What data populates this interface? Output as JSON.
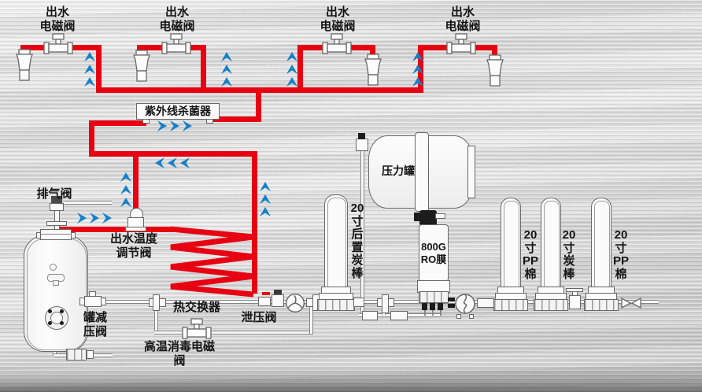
{
  "labels": {
    "outlet_valve": [
      "出水",
      "电磁阀"
    ],
    "uv": "紫外线杀菌器",
    "exhaust": "排气阀",
    "temp_valve": [
      "出水温度",
      "调节阀"
    ],
    "heat_exchanger": "热交换器",
    "relief": "泄压阀",
    "tank_reducer": [
      "罐减",
      "压阀"
    ],
    "disinfect": "高温消毒电磁阀",
    "pressure_tank": "压力罐",
    "post_carbon": [
      "20",
      "寸",
      "后",
      "置",
      "炭",
      "棒"
    ],
    "ro": [
      "800G",
      "RO膜"
    ],
    "filter_pp1": [
      "20",
      "寸",
      "PP",
      "棉"
    ],
    "filter_carbon": [
      "20",
      "寸",
      "炭",
      "棒"
    ],
    "filter_pp2": [
      "20",
      "寸",
      "PP",
      "棉"
    ]
  },
  "colors": {
    "hot_pipe": "#e60012",
    "flow_arrow": "#1580c8"
  }
}
